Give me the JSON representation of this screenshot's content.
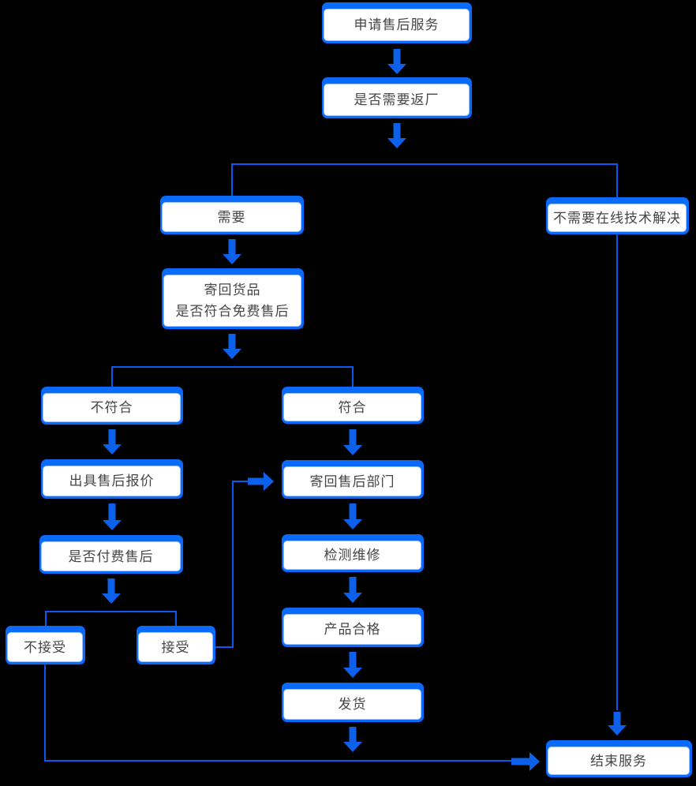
{
  "diagram": {
    "type": "flowchart",
    "topic": "after-sales-service-process"
  },
  "colors": {
    "background": "#000000",
    "node_header_blue": "#0a6bfa",
    "node_border": "#9ec4fb",
    "node_fill": "#ffffff",
    "connector_line": "#0a5af2",
    "arrow": "#0d60e9",
    "text": "#454545"
  },
  "nodes": {
    "apply": {
      "label": "申请售后服务"
    },
    "need_return": {
      "label": "是否需要返厂"
    },
    "need": {
      "label": "需要"
    },
    "no_need": {
      "label": "不需要在线技术解决"
    },
    "send_back": {
      "line1": "寄回货品",
      "line2": "是否符合免费售后"
    },
    "not_qualify": {
      "label": "不符合"
    },
    "qualify": {
      "label": "符合"
    },
    "quote": {
      "label": "出具售后报价"
    },
    "pay_decision": {
      "label": "是否付费售后"
    },
    "not_accept": {
      "label": "不接受"
    },
    "accept": {
      "label": "接受"
    },
    "send_dept": {
      "label": "寄回售后部门"
    },
    "inspect": {
      "label": "检测维修"
    },
    "qualified": {
      "label": "产品合格"
    },
    "ship": {
      "label": "发货"
    },
    "end": {
      "label": "结束服务"
    }
  },
  "edges": [
    {
      "from": "申请售后服务",
      "to": "是否需要返厂"
    },
    {
      "from": "是否需要返厂",
      "to": "需要"
    },
    {
      "from": "是否需要返厂",
      "to": "不需要在线技术解决"
    },
    {
      "from": "需要",
      "to": "寄回货品 是否符合免费售后"
    },
    {
      "from": "寄回货品 是否符合免费售后",
      "to": "不符合"
    },
    {
      "from": "寄回货品 是否符合免费售后",
      "to": "符合"
    },
    {
      "from": "不符合",
      "to": "出具售后报价"
    },
    {
      "from": "出具售后报价",
      "to": "是否付费售后"
    },
    {
      "from": "是否付费售后",
      "to": "不接受"
    },
    {
      "from": "是否付费售后",
      "to": "接受"
    },
    {
      "from": "接受",
      "to": "寄回售后部门"
    },
    {
      "from": "符合",
      "to": "寄回售后部门"
    },
    {
      "from": "寄回售后部门",
      "to": "检测维修"
    },
    {
      "from": "检测维修",
      "to": "产品合格"
    },
    {
      "from": "产品合格",
      "to": "发货"
    },
    {
      "from": "发货",
      "to": "结束服务"
    },
    {
      "from": "不接受",
      "to": "结束服务"
    },
    {
      "from": "不需要在线技术解决",
      "to": "结束服务"
    }
  ]
}
